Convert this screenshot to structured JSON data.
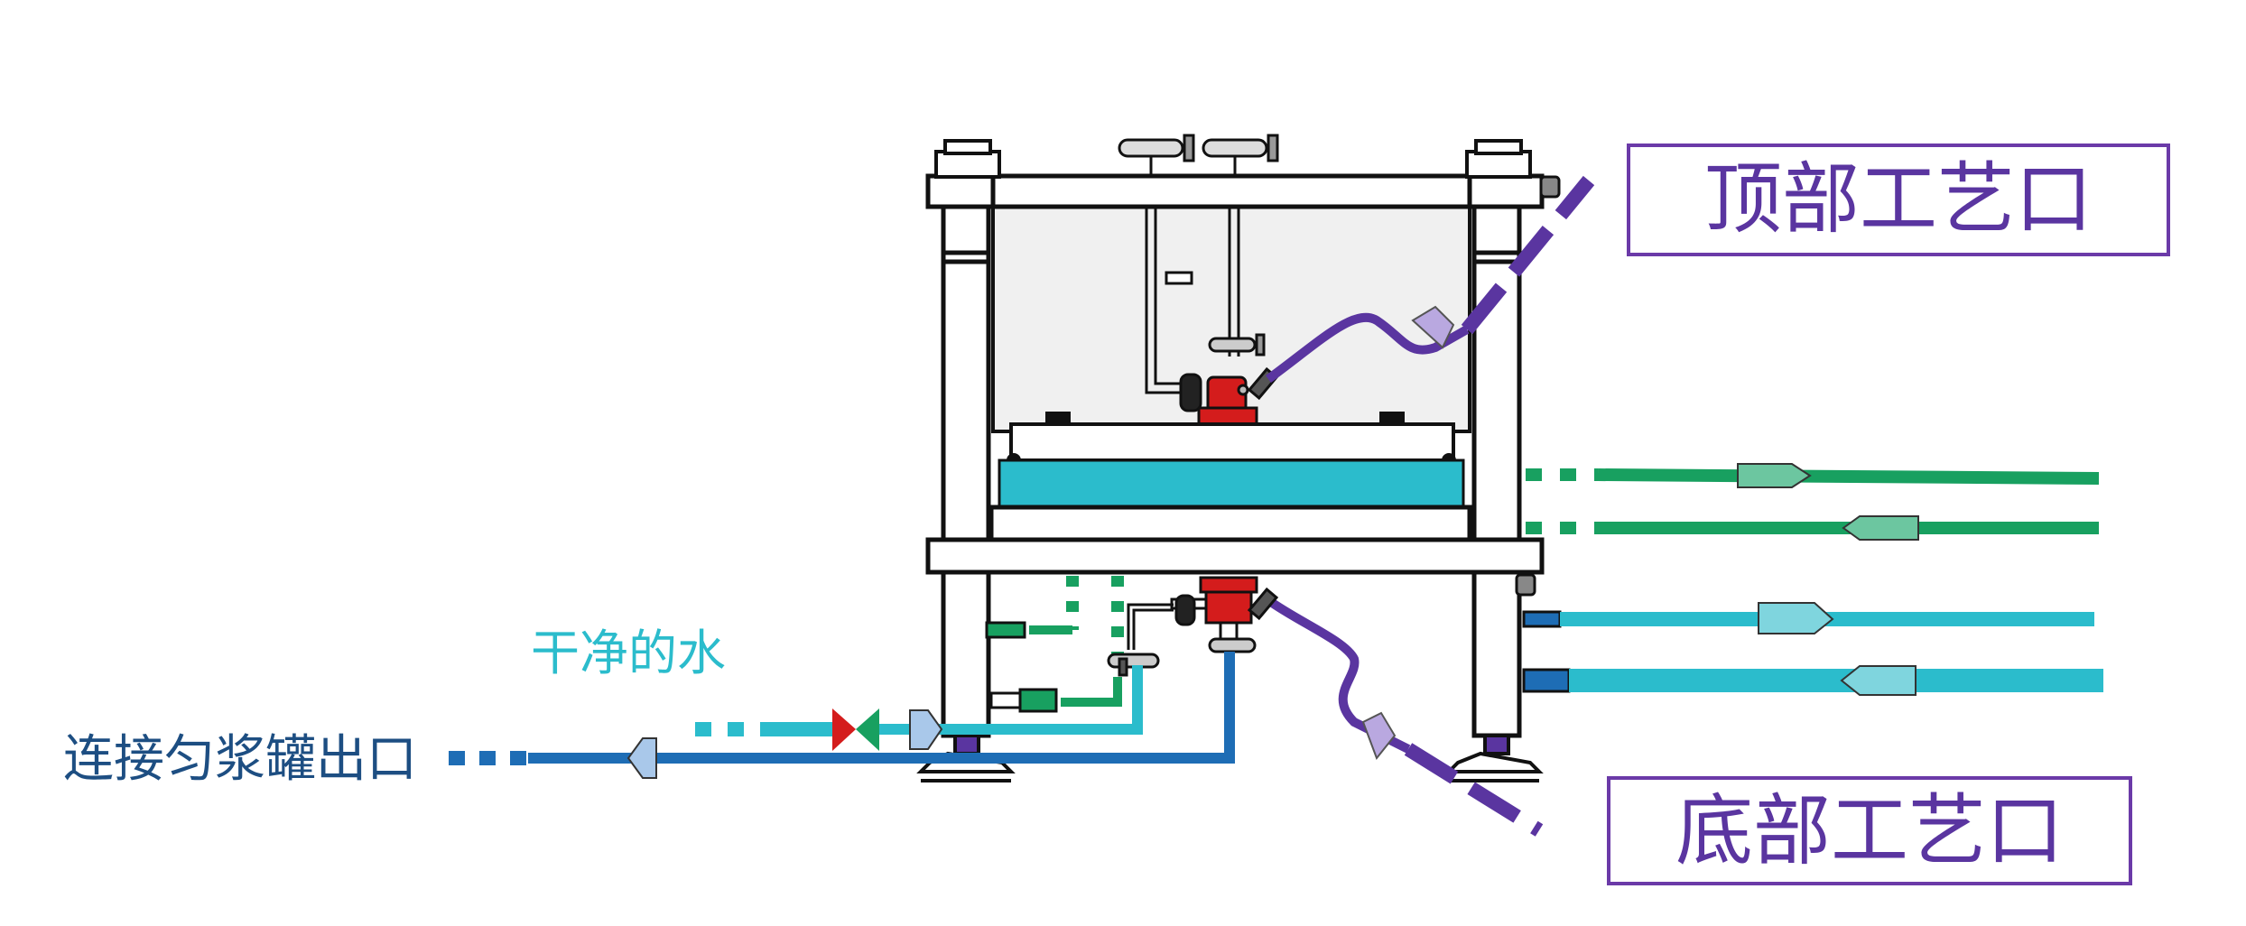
{
  "labels": {
    "top_port": "顶部工艺口",
    "bottom_port": "底部工艺口",
    "clean_water": "干净的水",
    "slurry_outlet": "连接匀浆罐出口"
  },
  "colors": {
    "purple": "#5a35a0",
    "green": "#18a060",
    "cyan": "#2bbccc",
    "blue": "#1e6db5",
    "red": "#d41c1c",
    "dark_blue_text": "#1d4e82",
    "frame": "#111111"
  }
}
